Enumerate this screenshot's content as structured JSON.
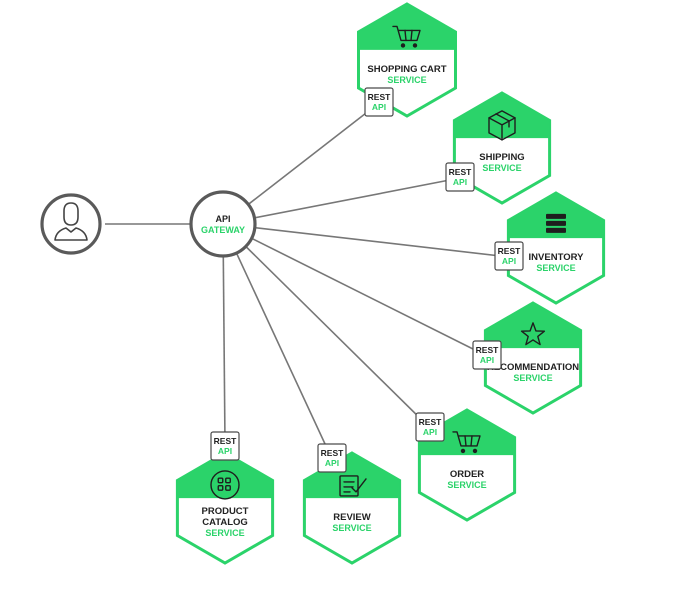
{
  "client": {
    "icon": "user-icon"
  },
  "gateway": {
    "line1": "API",
    "line2": "GATEWAY"
  },
  "api_badge": {
    "line1": "REST",
    "line2": "API"
  },
  "services": [
    {
      "id": "shopping-cart",
      "name_lines": [
        "SHOPPING CART"
      ],
      "sub": "SERVICE",
      "icon": "cart-icon"
    },
    {
      "id": "shipping",
      "name_lines": [
        "SHIPPING"
      ],
      "sub": "SERVICE",
      "icon": "box-icon"
    },
    {
      "id": "inventory",
      "name_lines": [
        "INVENTORY"
      ],
      "sub": "SERVICE",
      "icon": "stack-icon"
    },
    {
      "id": "recommendation",
      "name_lines": [
        "RECOMMENDATION"
      ],
      "sub": "SERVICE",
      "icon": "star-icon"
    },
    {
      "id": "order",
      "name_lines": [
        "ORDER"
      ],
      "sub": "SERVICE",
      "icon": "cart-icon"
    },
    {
      "id": "review",
      "name_lines": [
        "REVIEW"
      ],
      "sub": "SERVICE",
      "icon": "review-icon"
    },
    {
      "id": "product-catalog",
      "name_lines": [
        "PRODUCT",
        "CATALOG"
      ],
      "sub": "SERVICE",
      "icon": "grid-icon"
    }
  ]
}
